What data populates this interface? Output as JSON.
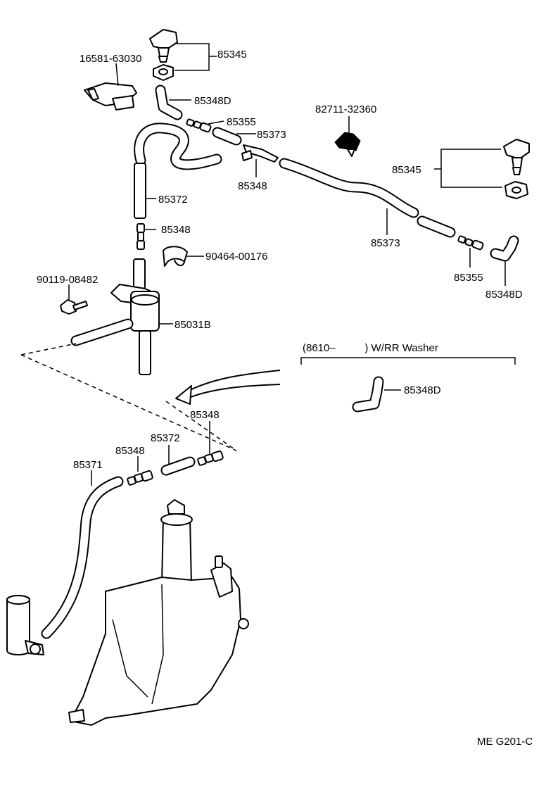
{
  "labels": {
    "l85345_top": "85345",
    "l16581": "16581-63030",
    "l85348d_top": "85348D",
    "l85355_top": "85355",
    "l85373_top": "85373",
    "l82711": "82711-32360",
    "l85348_a": "85348",
    "l85345_right": "85345",
    "l85372_top": "85372",
    "l85348_b": "85348",
    "l90464": "90464-00176",
    "l85373_right": "85373",
    "l85355_right": "85355",
    "l90119": "90119-08482",
    "l85348d_right": "85348D",
    "l85031b": "85031B",
    "l_variant": "(8610–          ) W/RR Washer",
    "l85348d_variant": "85348D",
    "l85348_c": "85348",
    "l85348_d": "85348",
    "l85372_bottom": "85372",
    "l85371": "85371",
    "footer_code": "ME G201-C"
  }
}
